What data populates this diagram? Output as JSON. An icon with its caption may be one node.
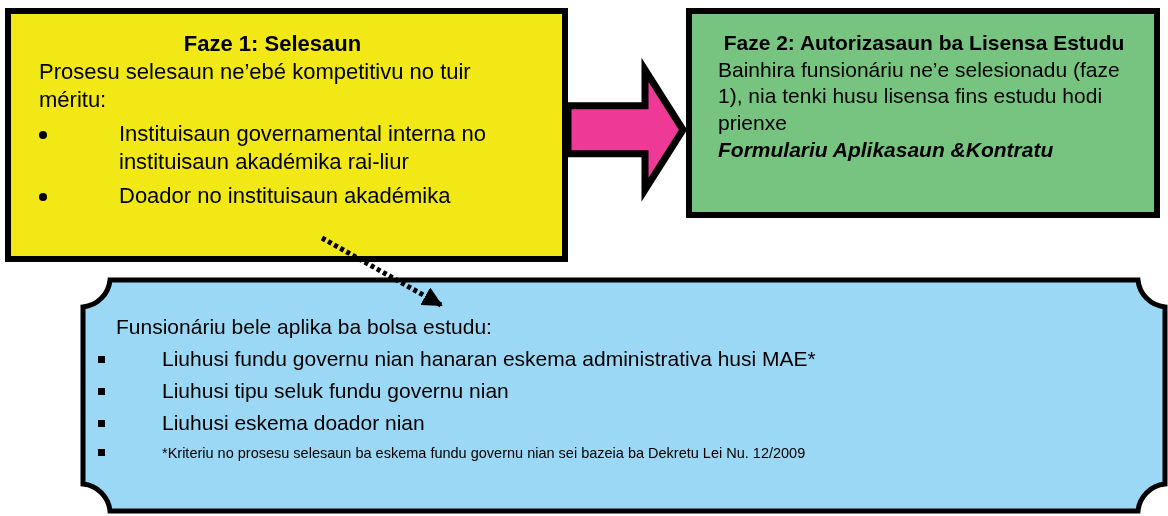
{
  "diagram": {
    "nodes": [
      {
        "text": [
          "Faze 1: Selesaun",
          "Prosesu selesaun ne’ebé kompetitivu no tuir méritu:",
          "Instituisaun governamental interna no instituisaun akadémika rai-liur",
          "Doador no instituisaun akadémika"
        ]
      },
      {
        "text": [
          "Faze 2: Autorizasaun ba Lisensa Estudu",
          "Bainhira funsionáriu ne’e selesionadu (faze 1), nia tenki husu lisensa fins estudu hodi prienxe",
          "Formulariu Aplikasaun &Kontratu"
        ]
      },
      {
        "text": [
          "Funsionáriu bele aplika ba bolsa estudu:",
          "Liuhusi fundu governu nian hanaran eskema administrativa husi MAE*",
          "Liuhusi tipu seluk fundu governu nian",
          "Liuhusi eskema doador nian",
          "*Kriteriu no prosesu selesaun ba eskema fundu governu nian sei bazeia ba Dekretu Lei Nu. 12/2009"
        ]
      }
    ],
    "edges": [
      {
        "from": 0,
        "to": 1,
        "arrow": "to",
        "style": "thick",
        "color": "#ee3a96"
      },
      {
        "from": 0,
        "to": 2,
        "arrow": "to",
        "style": "dashed"
      }
    ]
  }
}
